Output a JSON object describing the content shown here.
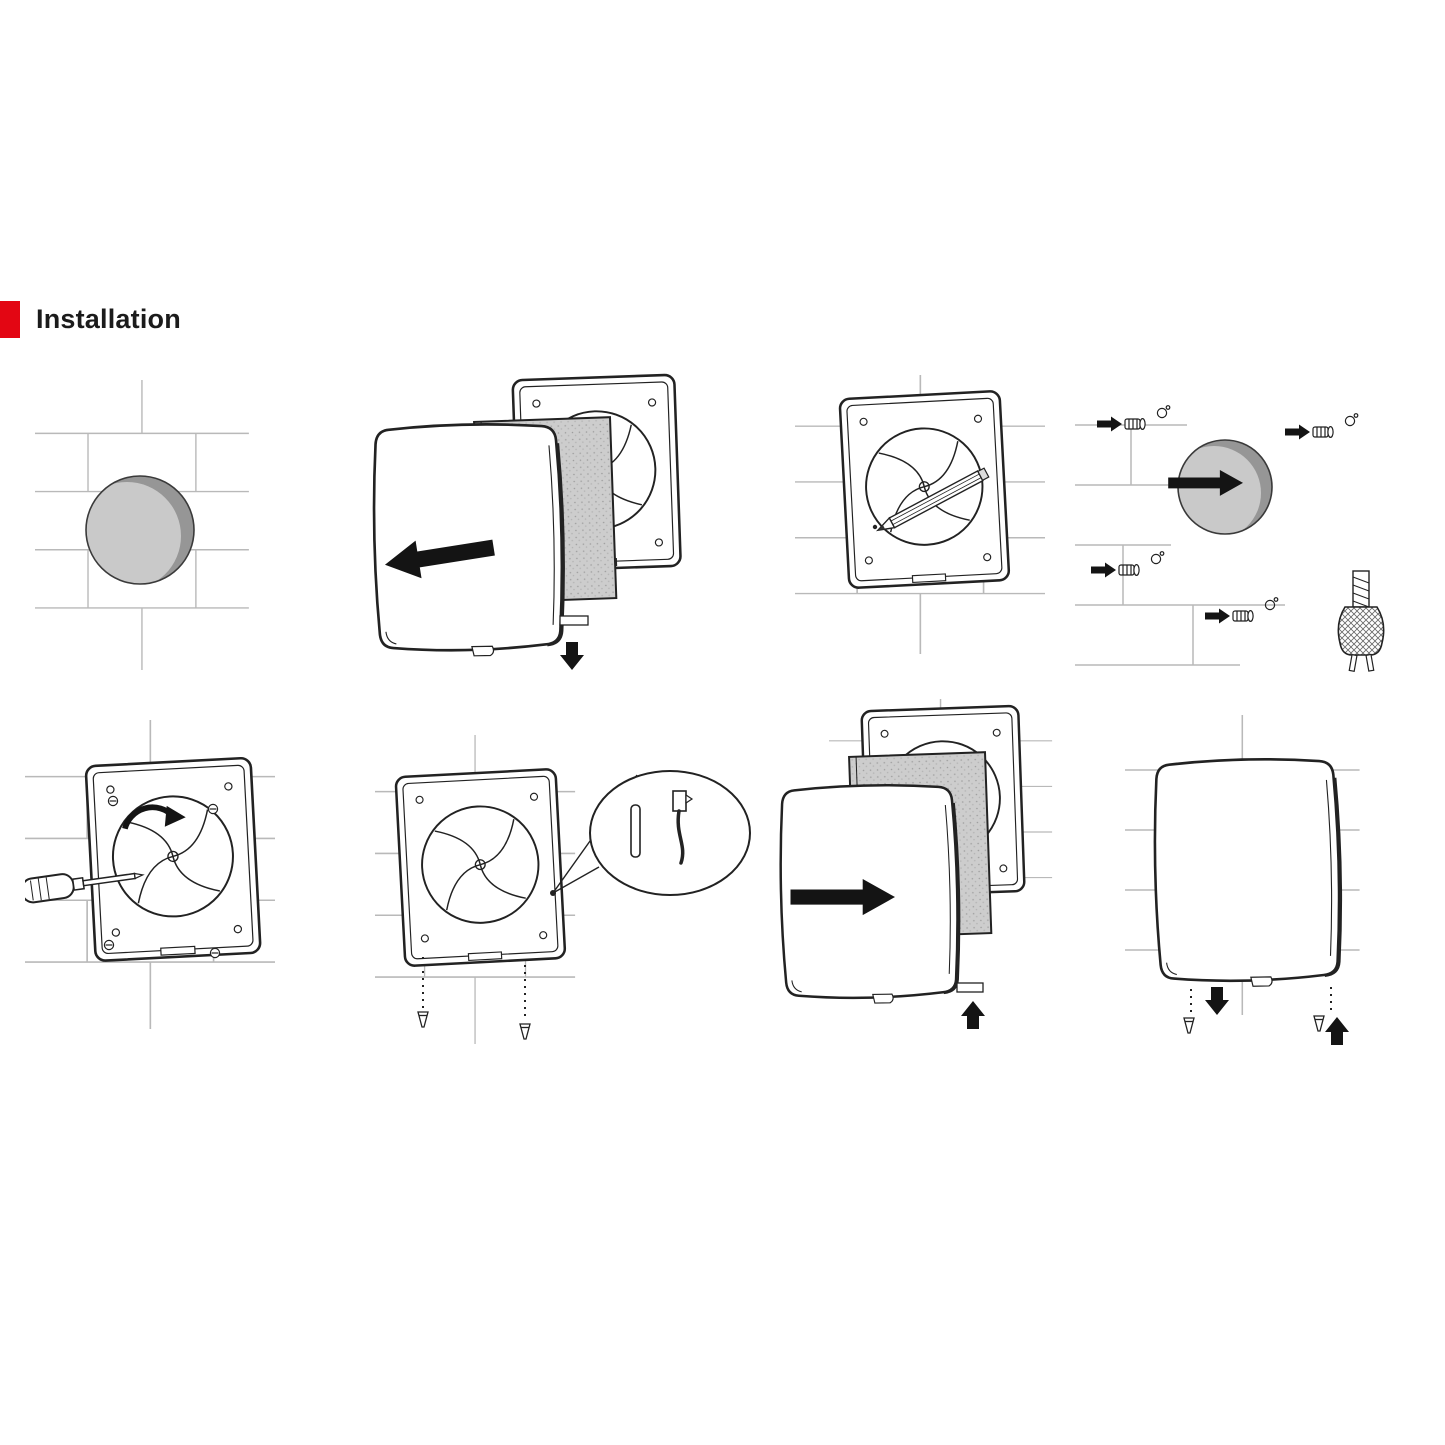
{
  "page": {
    "title": "Installation"
  },
  "colors": {
    "accent_red": "#e30613",
    "line": "#1f1f1f",
    "wall_line": "#b9b9b9",
    "hole_light": "#c9c9c9",
    "hole_dark": "#969696",
    "filter_gray": "#cdcdcd"
  },
  "steps": [
    {
      "id": 1,
      "name": "hole-in-wall"
    },
    {
      "id": 2,
      "name": "separate-cover-filter-and-housing"
    },
    {
      "id": 3,
      "name": "mark-fixing-holes-with-pencil"
    },
    {
      "id": 4,
      "name": "drill-and-insert-wall-plugs"
    },
    {
      "id": 5,
      "name": "screw-housing-to-wall"
    },
    {
      "id": 6,
      "name": "cable-connection-detail-and-screws"
    },
    {
      "id": 7,
      "name": "refit-filter-and-front-cover"
    },
    {
      "id": 8,
      "name": "secure-front-cover"
    }
  ],
  "illustration_elements": {
    "step1": [
      "brick-wall",
      "round-wall-hole"
    ],
    "step2": [
      "front-cover",
      "filter-pad",
      "fan-housing",
      "pull-left-arrow",
      "clip-down-arrow"
    ],
    "step3": [
      "brick-wall",
      "fan-housing",
      "pencil"
    ],
    "step4": [
      "wall-plugs",
      "drilled-holes",
      "round-wall-hole",
      "insert-arrows",
      "large-wall-plug"
    ],
    "step5": [
      "brick-wall",
      "fan-housing",
      "screws",
      "screwdriver",
      "rotation-arrow"
    ],
    "step6": [
      "brick-wall",
      "fan-housing",
      "dashed-guides",
      "cone-plugs",
      "zoom-detail-cable-connector"
    ],
    "step7": [
      "fan-housing",
      "filter-pad",
      "front-cover",
      "push-right-arrow",
      "clip-up-arrow"
    ],
    "step8": [
      "brick-wall",
      "front-cover",
      "down-arrow",
      "up-arrow",
      "cone-plugs"
    ]
  }
}
